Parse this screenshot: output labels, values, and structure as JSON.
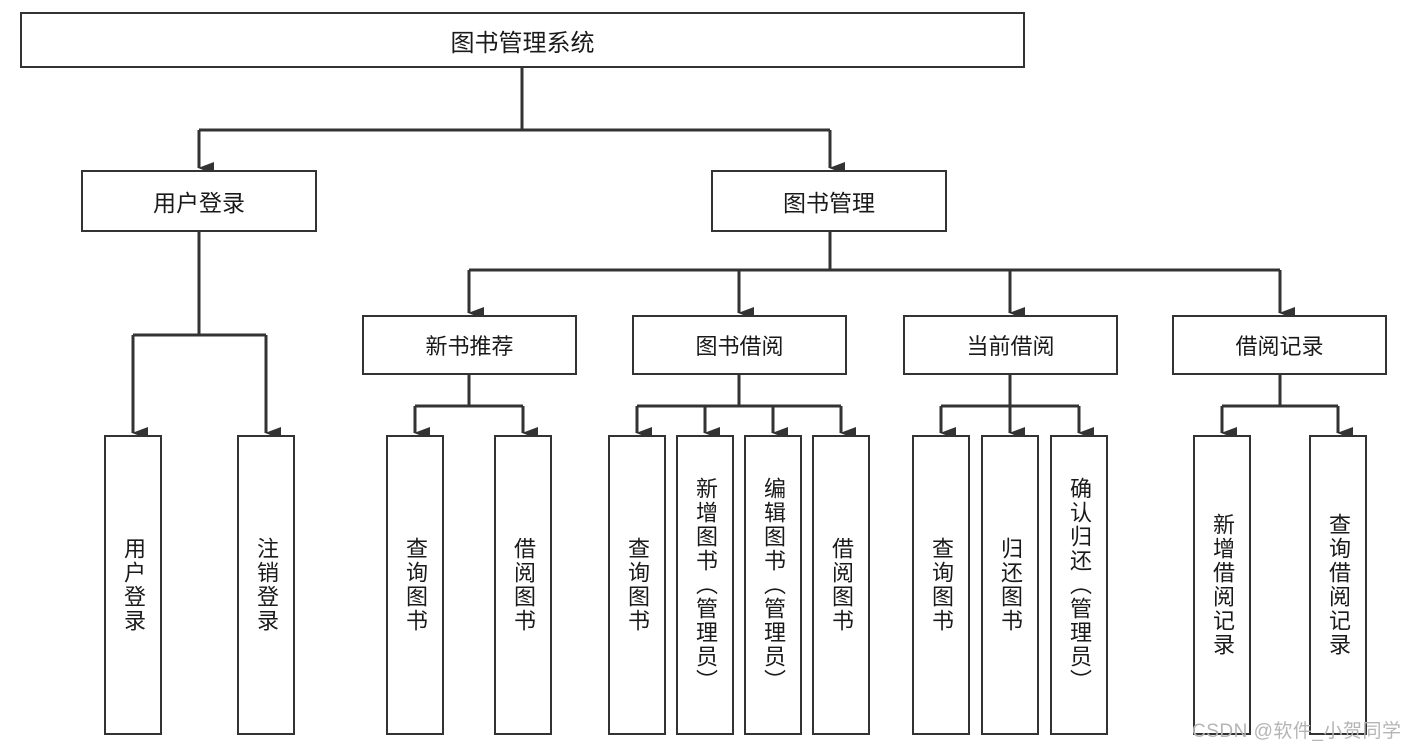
{
  "diagram": {
    "type": "tree",
    "root": {
      "label": "图书管理系统"
    },
    "level1": [
      {
        "label": "用户登录"
      },
      {
        "label": "图书管理"
      }
    ],
    "level2": [
      {
        "label": "新书推荐"
      },
      {
        "label": "图书借阅"
      },
      {
        "label": "当前借阅"
      },
      {
        "label": "借阅记录"
      }
    ],
    "leaves": {
      "user_login": [
        {
          "label": "用户登录"
        },
        {
          "label": "注销登录"
        }
      ],
      "new_book_recommend": [
        {
          "label": "查询图书"
        },
        {
          "label": "借阅图书"
        }
      ],
      "book_borrow": [
        {
          "label": "查询图书"
        },
        {
          "label": "新增图书（管理员）"
        },
        {
          "label": "编辑图书（管理员）"
        },
        {
          "label": "借阅图书"
        }
      ],
      "current_borrow": [
        {
          "label": "查询图书"
        },
        {
          "label": "归还图书"
        },
        {
          "label": "确认归还（管理员）"
        }
      ],
      "borrow_record": [
        {
          "label": "新增借阅记录"
        },
        {
          "label": "查询借阅记录"
        }
      ]
    }
  },
  "watermark": {
    "text": "CSDN @软件_小贺同学"
  },
  "colors": {
    "line": "#333333",
    "box_border": "#333333",
    "background": "#ffffff",
    "text": "#1a1a1a",
    "watermark": "#b5b5b5"
  }
}
